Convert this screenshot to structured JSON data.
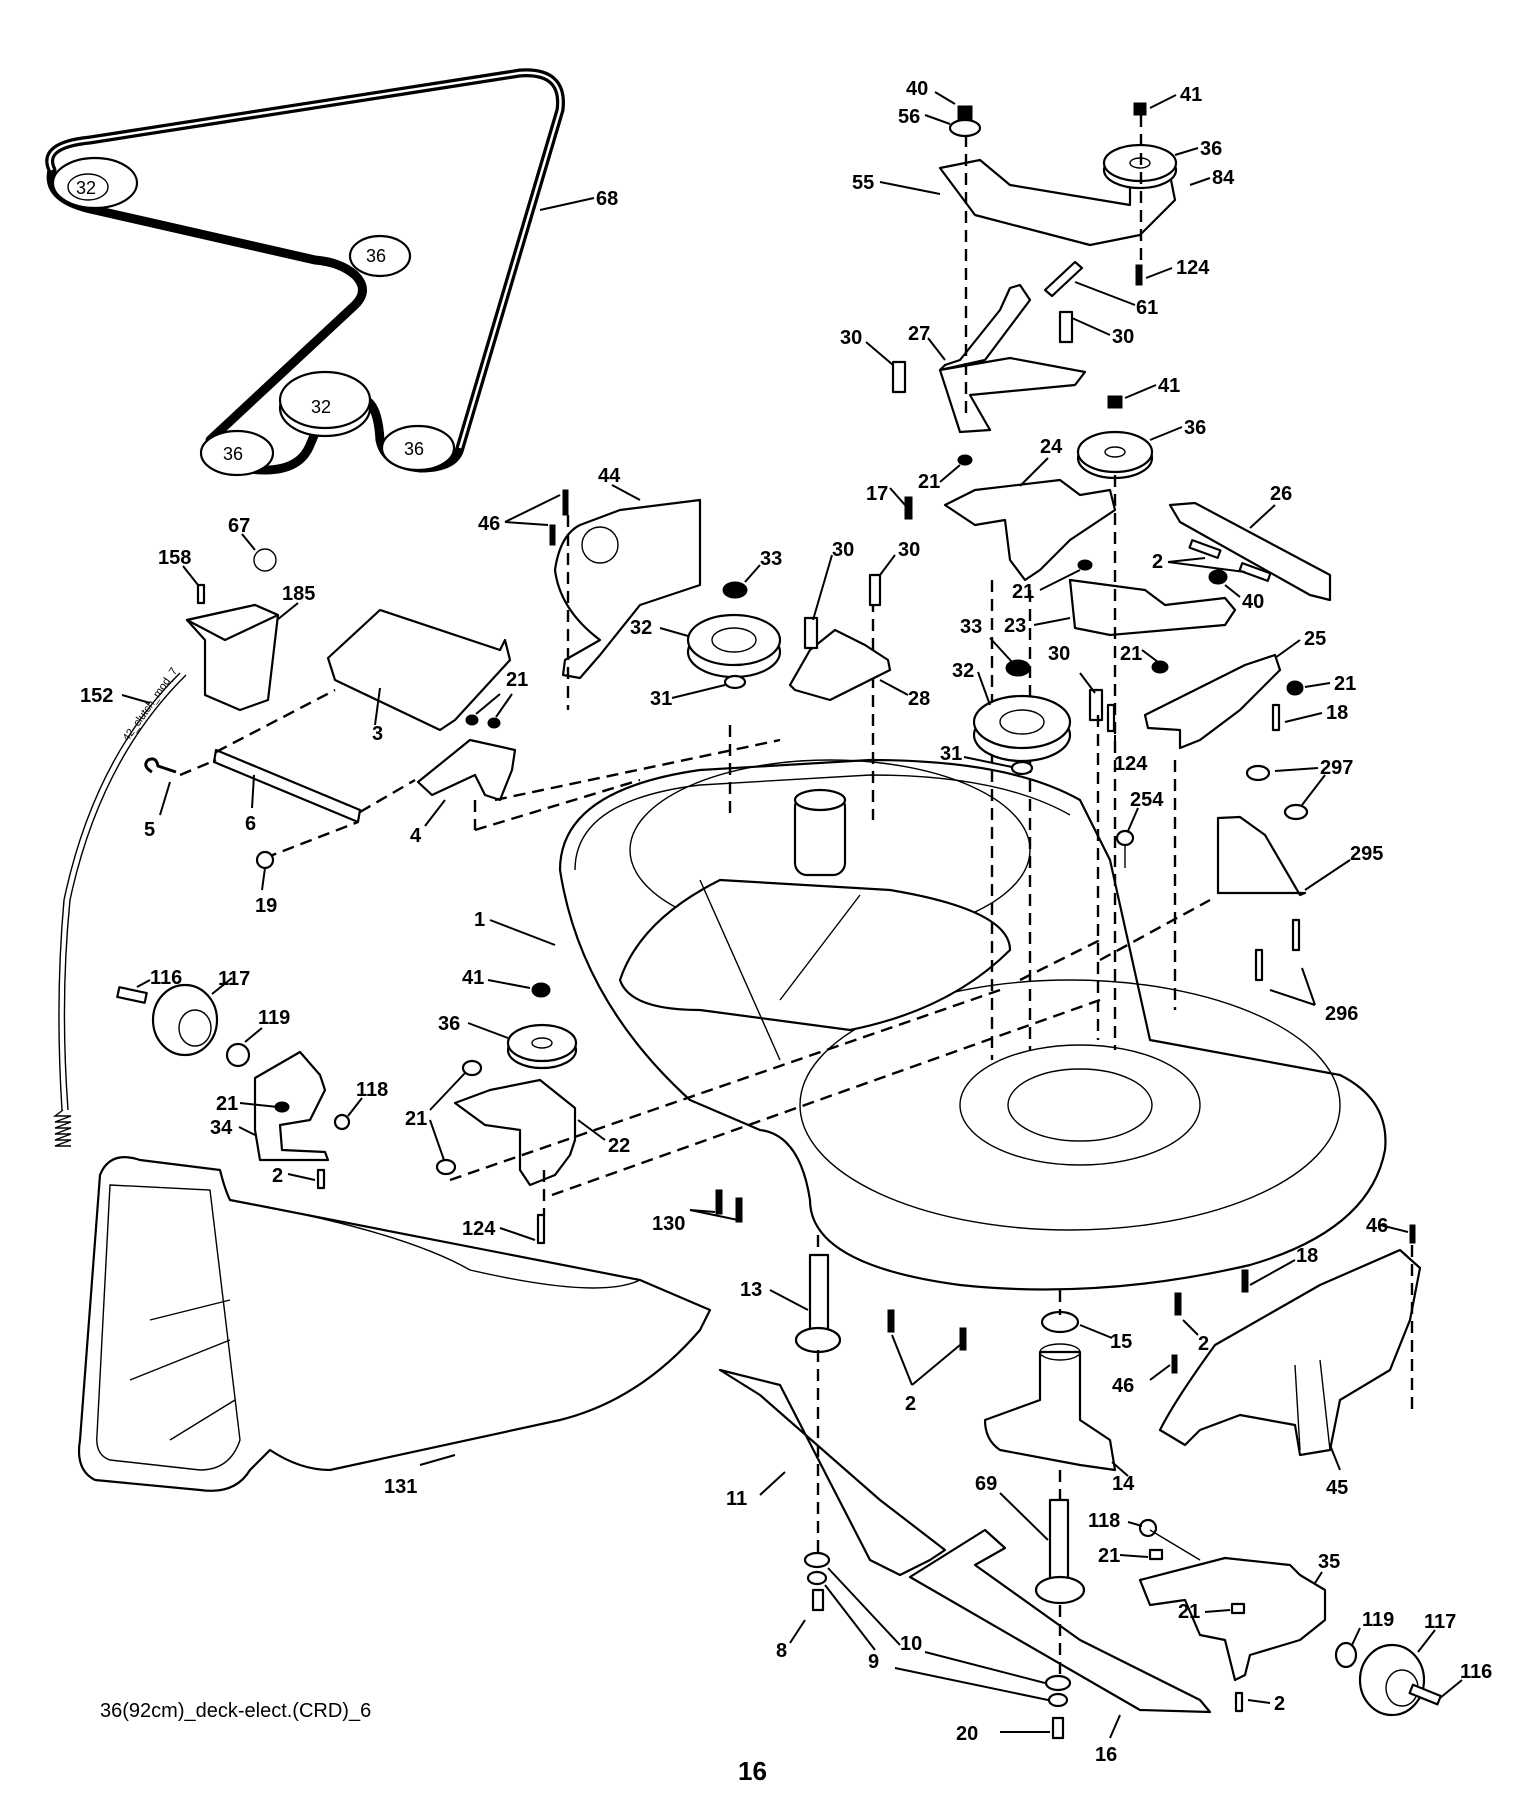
{
  "document": {
    "type": "parts-breakdown-illustration",
    "drawing_code": "36(92cm)_deck-elect.(CRD)_6",
    "page_number": "16",
    "cable_marking": "42_clutch_mod_7"
  },
  "belt_diagram": {
    "belt_callout": "68",
    "pulley_labels": [
      "32",
      "36",
      "32",
      "36",
      "36"
    ]
  },
  "callouts": {
    "c1": "1",
    "c2a": "2",
    "c2b": "2",
    "c2c": "2",
    "c2d": "2",
    "c2e": "2",
    "c3": "3",
    "c4": "4",
    "c5": "5",
    "c6": "6",
    "c8": "8",
    "c9": "9",
    "c10": "10",
    "c11": "11",
    "c13": "13",
    "c14": "14",
    "c15": "15",
    "c16": "16",
    "c17": "17",
    "c18a": "18",
    "c18b": "18",
    "c19": "19",
    "c20": "20",
    "c21a": "21",
    "c21b": "21",
    "c21c": "21",
    "c21d": "21",
    "c21e": "21",
    "c21f": "21",
    "c21g": "21",
    "c21h": "21",
    "c21i": "21",
    "c22": "22",
    "c23": "23",
    "c24": "24",
    "c25": "25",
    "c26": "26",
    "c27": "27",
    "c28": "28",
    "c30a": "30",
    "c30b": "30",
    "c30c": "30",
    "c30d": "30",
    "c30e": "30",
    "c31a": "31",
    "c31b": "31",
    "c32a": "32",
    "c32b": "32",
    "c33a": "33",
    "c33b": "33",
    "c34": "34",
    "c35": "35",
    "c36a": "36",
    "c36b": "36",
    "c36c": "36",
    "c40a": "40",
    "c40b": "40",
    "c41a": "41",
    "c41b": "41",
    "c41c": "41",
    "c44": "44",
    "c45": "45",
    "c46a": "46",
    "c46b": "46",
    "c46c": "46",
    "c55": "55",
    "c56": "56",
    "c61": "61",
    "c67": "67",
    "c69": "69",
    "c84": "84",
    "c116a": "116",
    "c116b": "116",
    "c117a": "117",
    "c117b": "117",
    "c118a": "118",
    "c118b": "118",
    "c119a": "119",
    "c119b": "119",
    "c124a": "124",
    "c124b": "124",
    "c124c": "124",
    "c130": "130",
    "c131": "131",
    "c152": "152",
    "c158": "158",
    "c185": "185",
    "c254": "254",
    "c295": "295",
    "c296": "296",
    "c297": "297"
  }
}
